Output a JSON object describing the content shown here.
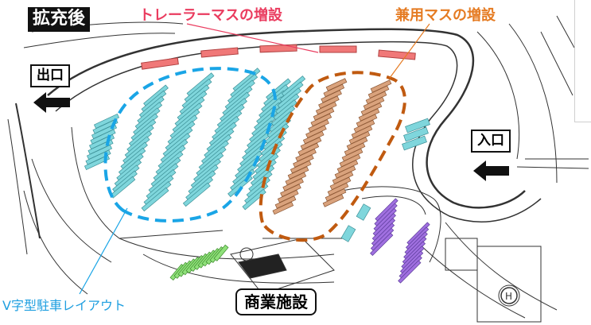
{
  "title": "拡充後",
  "annotations": {
    "trailer_expansion": "トレーラーマスの増設",
    "dual_use_expansion": "兼用マスの増設",
    "v_layout": "V字型駐車レイアウト",
    "facility": "商業施設"
  },
  "gates": {
    "exit": "出口",
    "entry": "入口"
  },
  "colors": {
    "v_highlight": "#1aa5e6",
    "dual_highlight": "#c05a10",
    "trailer_text": "#ea3c5f",
    "dual_text": "#e57b22",
    "cyan_stall": "#7fd6dc",
    "tan_stall": "#d9a27c",
    "purple_stall": "#a070e0",
    "green_stall": "#8fe07a",
    "red_stall": "#f07878"
  },
  "icons": [
    "left-arrow-icon",
    "heliport-icon"
  ]
}
